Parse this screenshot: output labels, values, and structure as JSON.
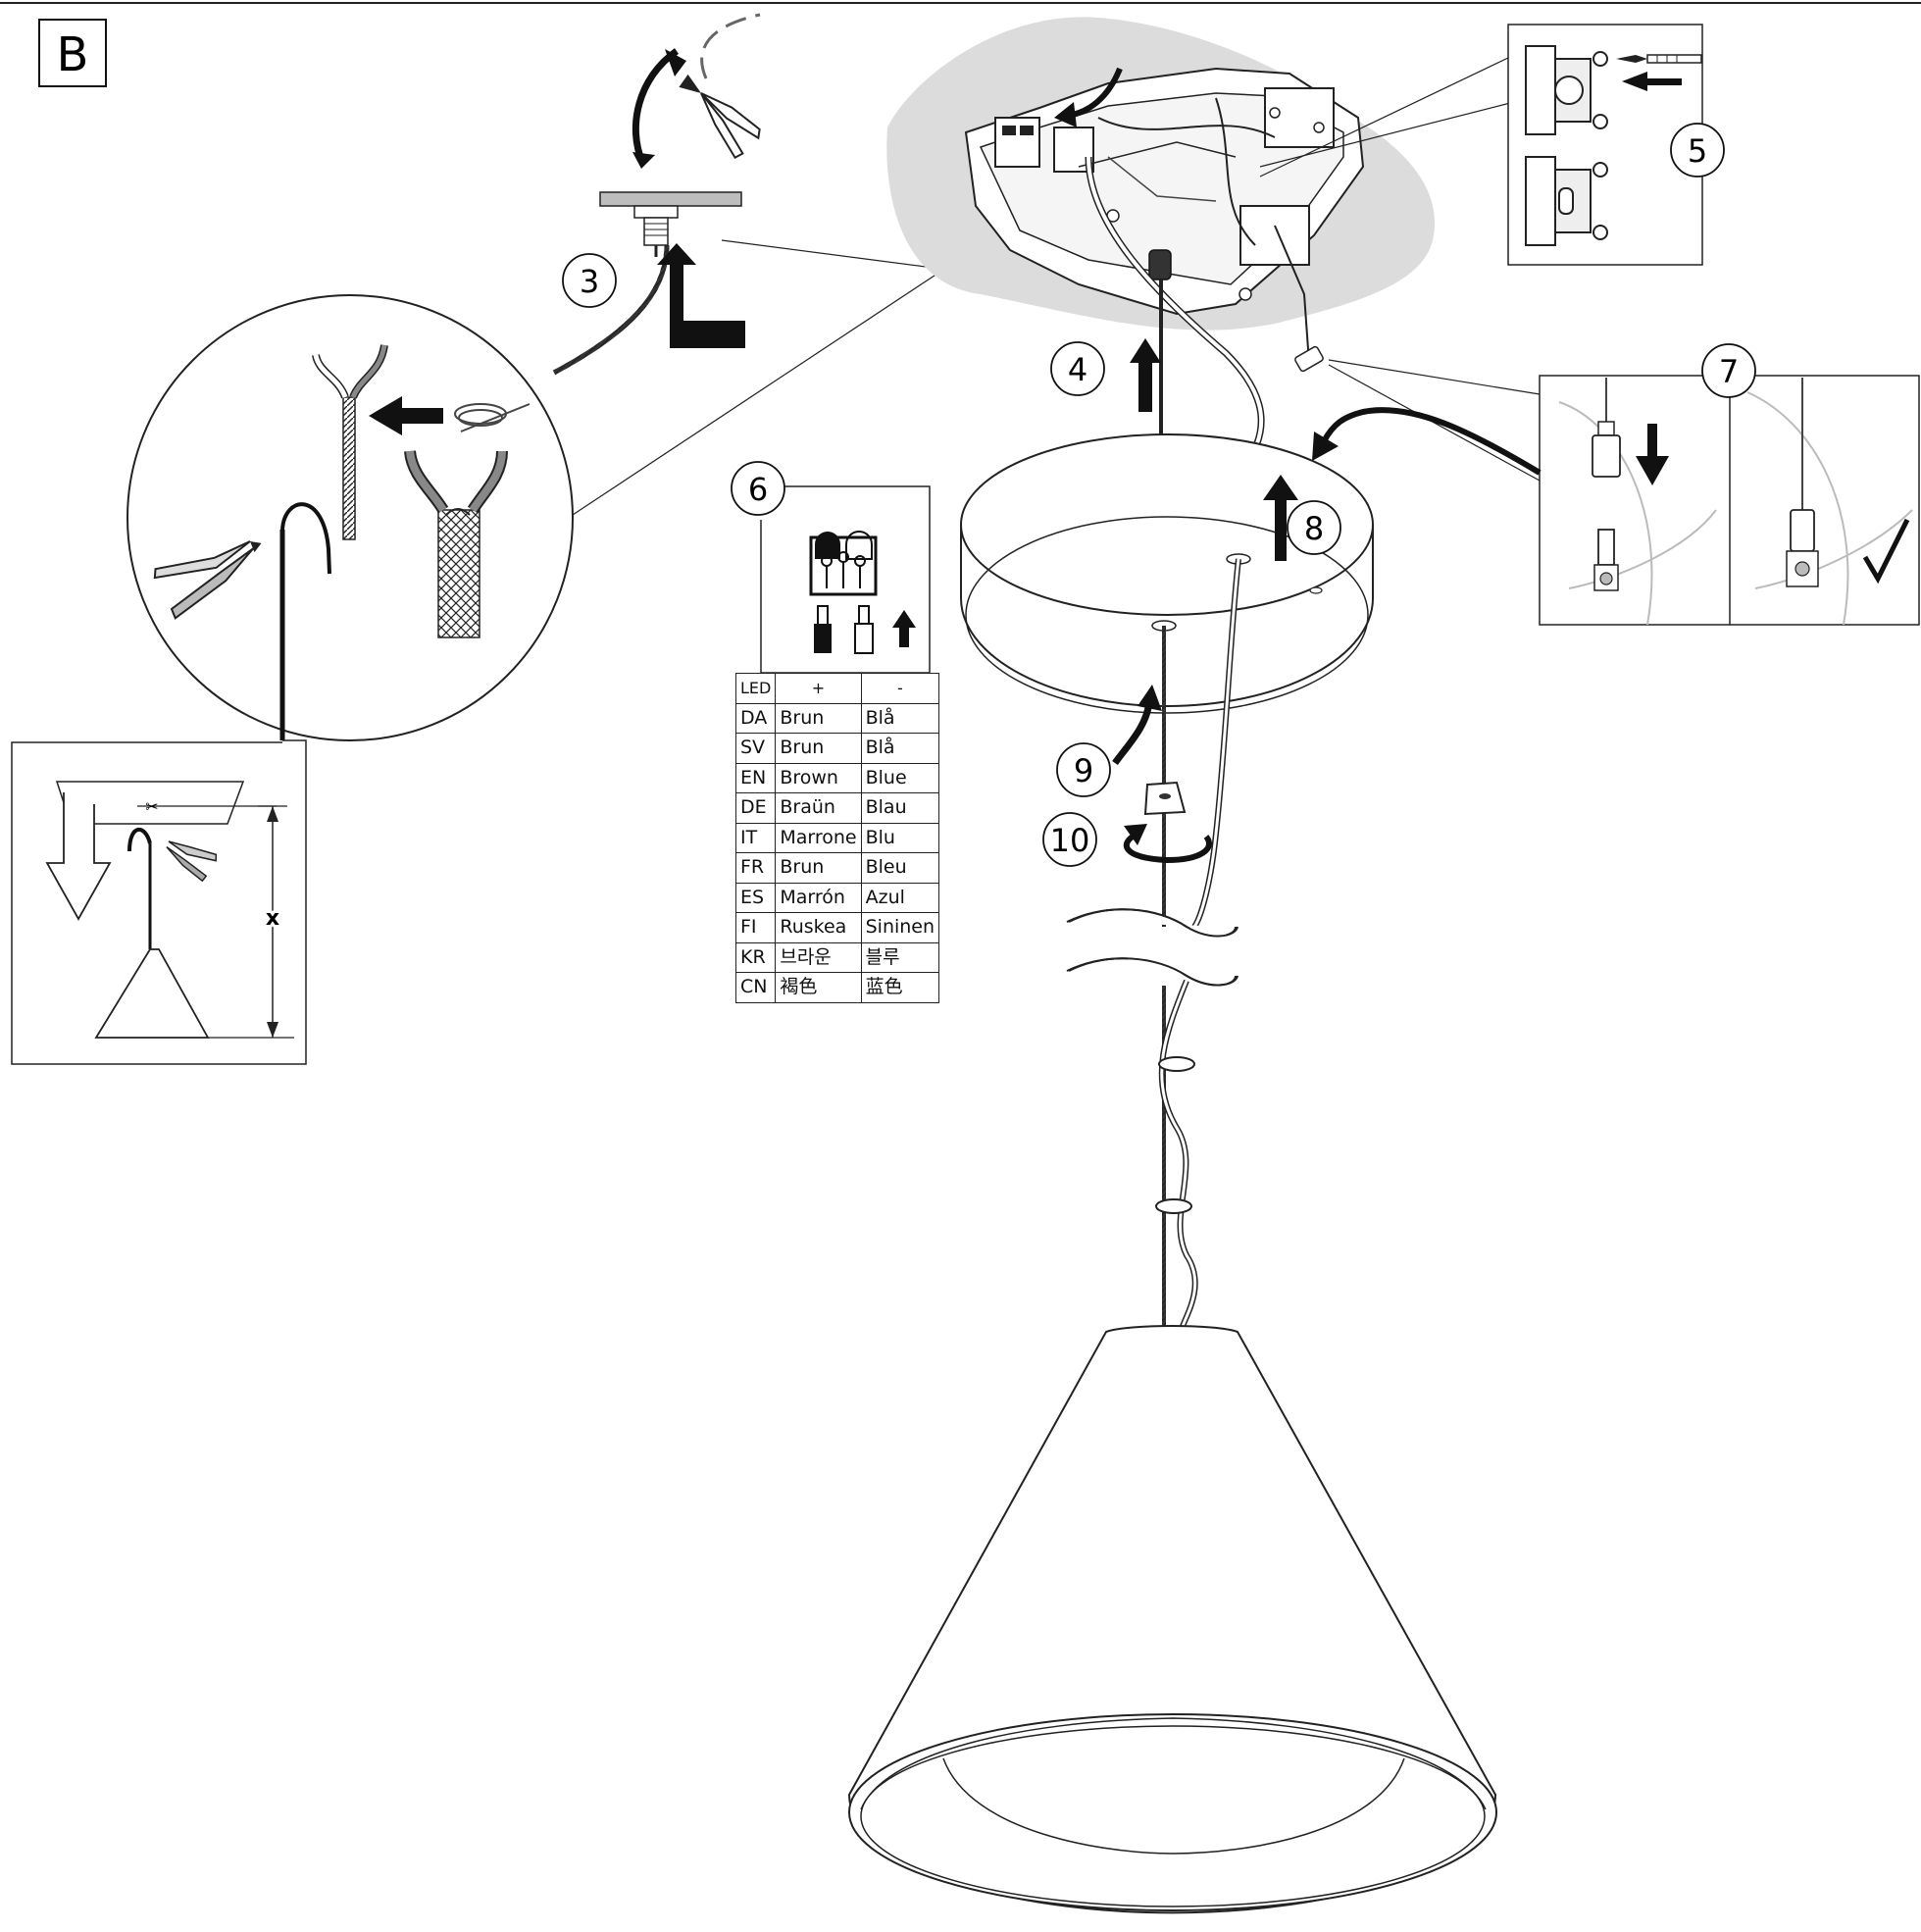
{
  "section_label": "B",
  "steps": [
    "3",
    "4",
    "5",
    "6",
    "7",
    "8",
    "9",
    "10"
  ],
  "dimension_label": "x",
  "wire_color_table": {
    "header": [
      "LED",
      "+",
      "-"
    ],
    "rows": [
      [
        "DA",
        "Brun",
        "Blå"
      ],
      [
        "SV",
        "Brun",
        "Blå"
      ],
      [
        "EN",
        "Brown",
        "Blue"
      ],
      [
        "DE",
        "Braün",
        "Blau"
      ],
      [
        "IT",
        "Marrone",
        "Blu"
      ],
      [
        "FR",
        "Brun",
        "Bleu"
      ],
      [
        "ES",
        "Marrón",
        "Azul"
      ],
      [
        "FI",
        "Ruskea",
        "Sininen"
      ],
      [
        "KR",
        "브라운",
        "블루"
      ],
      [
        "CN",
        "褐色",
        "蓝色"
      ]
    ]
  },
  "colors": {
    "line": "#1a1a1a",
    "ceiling_shadow": "#dcdcdc",
    "step_circle_fill": "#ffffff"
  },
  "icons": [
    "pliers-icon",
    "arrow-up-icon",
    "curved-arrow-icon",
    "checkmark-icon",
    "rotate-arrow-icon",
    "screwdriver-icon"
  ]
}
